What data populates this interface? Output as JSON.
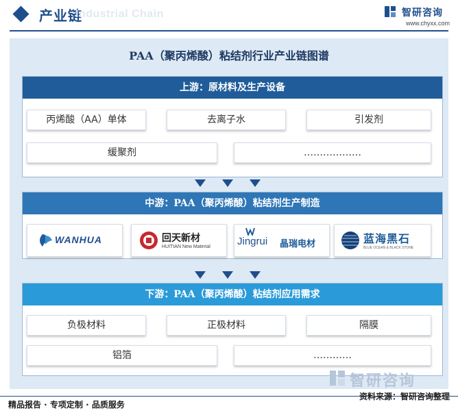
{
  "header": {
    "title": "产业链",
    "watermark": "Industrial Chain",
    "brand_name": "智研咨询",
    "brand_url": "www.chyxx.com"
  },
  "diagram": {
    "title": "PAA（聚丙烯酸）粘结剂行业产业链图谱",
    "upstream": {
      "heading": "上游：原材料及生产设备",
      "row1": [
        "丙烯酸（AA）单体",
        "去离子水",
        "引发剂"
      ],
      "row2": [
        "缓聚剂",
        "………………"
      ]
    },
    "midstream": {
      "heading": "中游：PAA（聚丙烯酸）粘结剂生产制造",
      "logos": [
        {
          "name": "WANHUA"
        },
        {
          "name": "回天新材",
          "sub": "HUITIAN New Material"
        },
        {
          "name_latin": "Jingrui",
          "name": "晶瑞电材"
        },
        {
          "name": "蓝海黑石",
          "sub": "BLUE OCEAN & BLACK STONE"
        }
      ]
    },
    "downstream": {
      "heading": "下游：PAA（聚丙烯酸）粘结剂应用需求",
      "row1": [
        "负极材料",
        "正极材料",
        "隔膜"
      ],
      "row2": [
        "铝箔",
        "…………"
      ]
    }
  },
  "footer": {
    "left": "精品报告 · 专项定制 · 品质服务",
    "right": "资料来源：智研咨询整理",
    "watermark": "智研咨询"
  },
  "colors": {
    "primary": "#1f4e8c",
    "upstream_head": "#1f5c99",
    "midstream_head": "#2e76b6",
    "downstream_head": "#2b9ad8",
    "panel_bg": "#dde9f4"
  }
}
